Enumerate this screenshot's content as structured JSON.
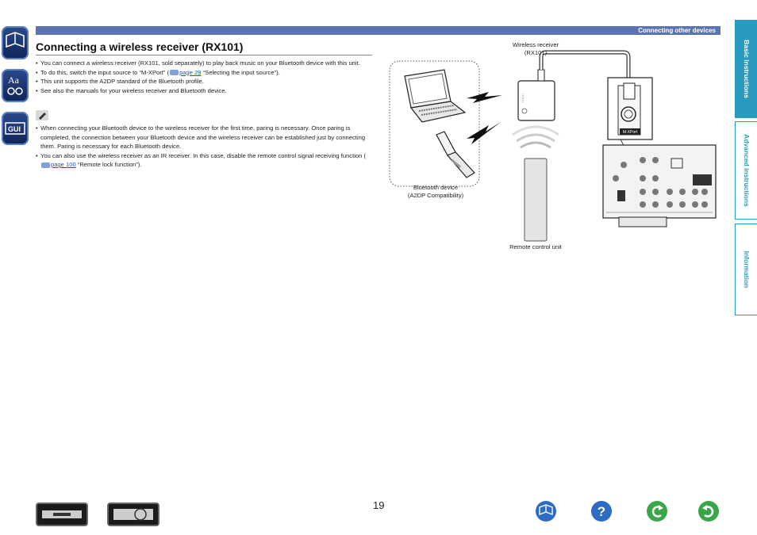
{
  "header": {
    "section": "Connecting other devices"
  },
  "title": "Connecting a wireless receiver (RX101)",
  "bullets": [
    {
      "pre": "You can connect a wireless receiver (RX101, sold separately) to play back music on your Bluetooth device with this unit."
    },
    {
      "pre": "To do this, switch the input source to “M-XPort” (",
      "link": "page 29",
      "post": " “Selecting the input source”)."
    },
    {
      "pre": "This unit supports the A2DP standard of the Bluetooth profile."
    },
    {
      "pre": "See also the manuals for your wireless receiver and Bluetooth device."
    }
  ],
  "notes": [
    {
      "pre": "When connecting your Bluetooth device to the wireless receiver for the first time, paring is necessary. Once paring is completed, the connection between your Bluetooth device and the wireless receiver can be established just by connecting them. Paring is necessary for each Bluetooth device."
    },
    {
      "pre": "You can also use the wireless receiver as an IR receiver. In this case, disable the remote control signal receiving function (",
      "link": "page 100",
      "post": " “Remote lock function”)."
    }
  ],
  "diagram": {
    "wireless_receiver": "Wireless receiver",
    "wireless_receiver_model": "(RX101)",
    "bluetooth_device": "Bluetooth device",
    "bluetooth_device_sub": "(A2DP Compatibility)",
    "remote": "Remote control unit",
    "port_label": "M-XPort"
  },
  "tabs": [
    "Basic instructions",
    "Advanced instructions",
    "Information"
  ],
  "page_number": "19",
  "icons": [
    "manual-icon",
    "glossary-icon",
    "gui-icon",
    "front-panel-icon",
    "rear-panel-icon",
    "contents-icon",
    "help-icon",
    "back-icon",
    "forward-icon"
  ]
}
